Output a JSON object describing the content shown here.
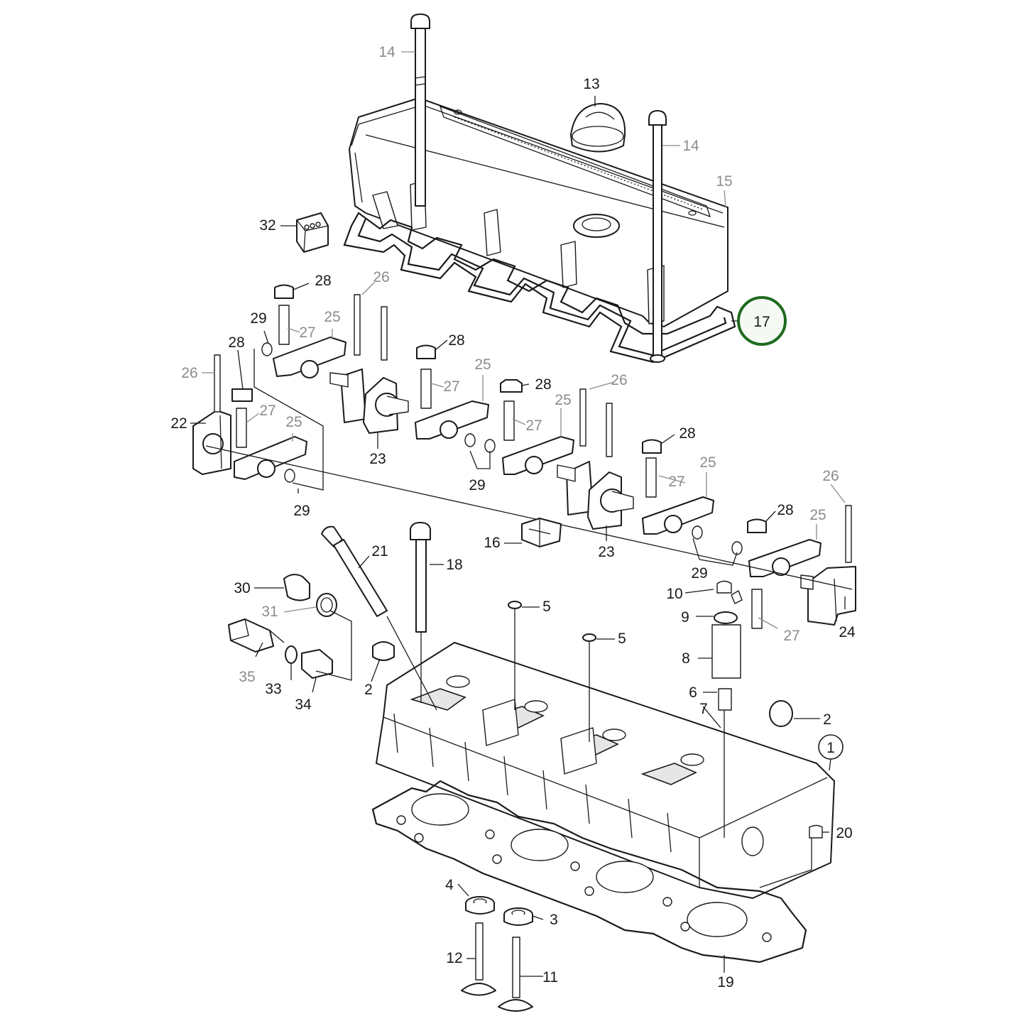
{
  "highlight": {
    "label": "17",
    "ring_color": "#1f6b1f",
    "fill_color": "#f4f9f4"
  },
  "callouts": [
    {
      "id": "c14a",
      "text": "14",
      "muted": true
    },
    {
      "id": "c13",
      "text": "13",
      "muted": false
    },
    {
      "id": "c14b",
      "text": "14",
      "muted": true
    },
    {
      "id": "c15",
      "text": "15",
      "muted": true
    },
    {
      "id": "c32",
      "text": "32",
      "muted": false
    },
    {
      "id": "c28a",
      "text": "28",
      "muted": false
    },
    {
      "id": "c26a",
      "text": "26",
      "muted": true
    },
    {
      "id": "c29a",
      "text": "29",
      "muted": false
    },
    {
      "id": "c25a",
      "text": "25",
      "muted": true
    },
    {
      "id": "c27a",
      "text": "27",
      "muted": true
    },
    {
      "id": "c28b",
      "text": "28",
      "muted": false
    },
    {
      "id": "c28c",
      "text": "28",
      "muted": false
    },
    {
      "id": "c26b",
      "text": "26",
      "muted": true
    },
    {
      "id": "c25b",
      "text": "25",
      "muted": true
    },
    {
      "id": "c27b",
      "text": "27",
      "muted": true
    },
    {
      "id": "c28d",
      "text": "28",
      "muted": false
    },
    {
      "id": "c26c",
      "text": "26",
      "muted": true
    },
    {
      "id": "c22",
      "text": "22",
      "muted": false
    },
    {
      "id": "c27c",
      "text": "27",
      "muted": true
    },
    {
      "id": "c25c",
      "text": "25",
      "muted": true
    },
    {
      "id": "c23a",
      "text": "23",
      "muted": false
    },
    {
      "id": "c25d",
      "text": "25",
      "muted": true
    },
    {
      "id": "c27d",
      "text": "27",
      "muted": true
    },
    {
      "id": "c29b",
      "text": "29",
      "muted": false
    },
    {
      "id": "c28e",
      "text": "28",
      "muted": false
    },
    {
      "id": "c25e",
      "text": "25",
      "muted": true
    },
    {
      "id": "c27e",
      "text": "27",
      "muted": true
    },
    {
      "id": "c29c",
      "text": "29",
      "muted": false
    },
    {
      "id": "c26d",
      "text": "26",
      "muted": true
    },
    {
      "id": "c28f",
      "text": "28",
      "muted": false
    },
    {
      "id": "c25f",
      "text": "25",
      "muted": true
    },
    {
      "id": "c16",
      "text": "16",
      "muted": false
    },
    {
      "id": "c23b",
      "text": "23",
      "muted": false
    },
    {
      "id": "c29d",
      "text": "29",
      "muted": false
    },
    {
      "id": "c21",
      "text": "21",
      "muted": false
    },
    {
      "id": "c18",
      "text": "18",
      "muted": false
    },
    {
      "id": "c30",
      "text": "30",
      "muted": false
    },
    {
      "id": "c31",
      "text": "31",
      "muted": true
    },
    {
      "id": "c10",
      "text": "10",
      "muted": false
    },
    {
      "id": "c9",
      "text": "9",
      "muted": false
    },
    {
      "id": "c5a",
      "text": "5",
      "muted": false
    },
    {
      "id": "c5b",
      "text": "5",
      "muted": false
    },
    {
      "id": "c27f",
      "text": "27",
      "muted": true
    },
    {
      "id": "c24",
      "text": "24",
      "muted": false
    },
    {
      "id": "c8",
      "text": "8",
      "muted": false
    },
    {
      "id": "c35",
      "text": "35",
      "muted": true
    },
    {
      "id": "c33",
      "text": "33",
      "muted": false
    },
    {
      "id": "c34",
      "text": "34",
      "muted": false
    },
    {
      "id": "c2a",
      "text": "2",
      "muted": false
    },
    {
      "id": "c6",
      "text": "6",
      "muted": false
    },
    {
      "id": "c7",
      "text": "7",
      "muted": false
    },
    {
      "id": "c2b",
      "text": "2",
      "muted": false
    },
    {
      "id": "c1",
      "text": "1",
      "muted": false
    },
    {
      "id": "c20",
      "text": "20",
      "muted": false
    },
    {
      "id": "c4",
      "text": "4",
      "muted": false
    },
    {
      "id": "c3",
      "text": "3",
      "muted": false
    },
    {
      "id": "c12",
      "text": "12",
      "muted": false
    },
    {
      "id": "c11",
      "text": "11",
      "muted": false
    },
    {
      "id": "c19",
      "text": "19",
      "muted": false
    }
  ]
}
